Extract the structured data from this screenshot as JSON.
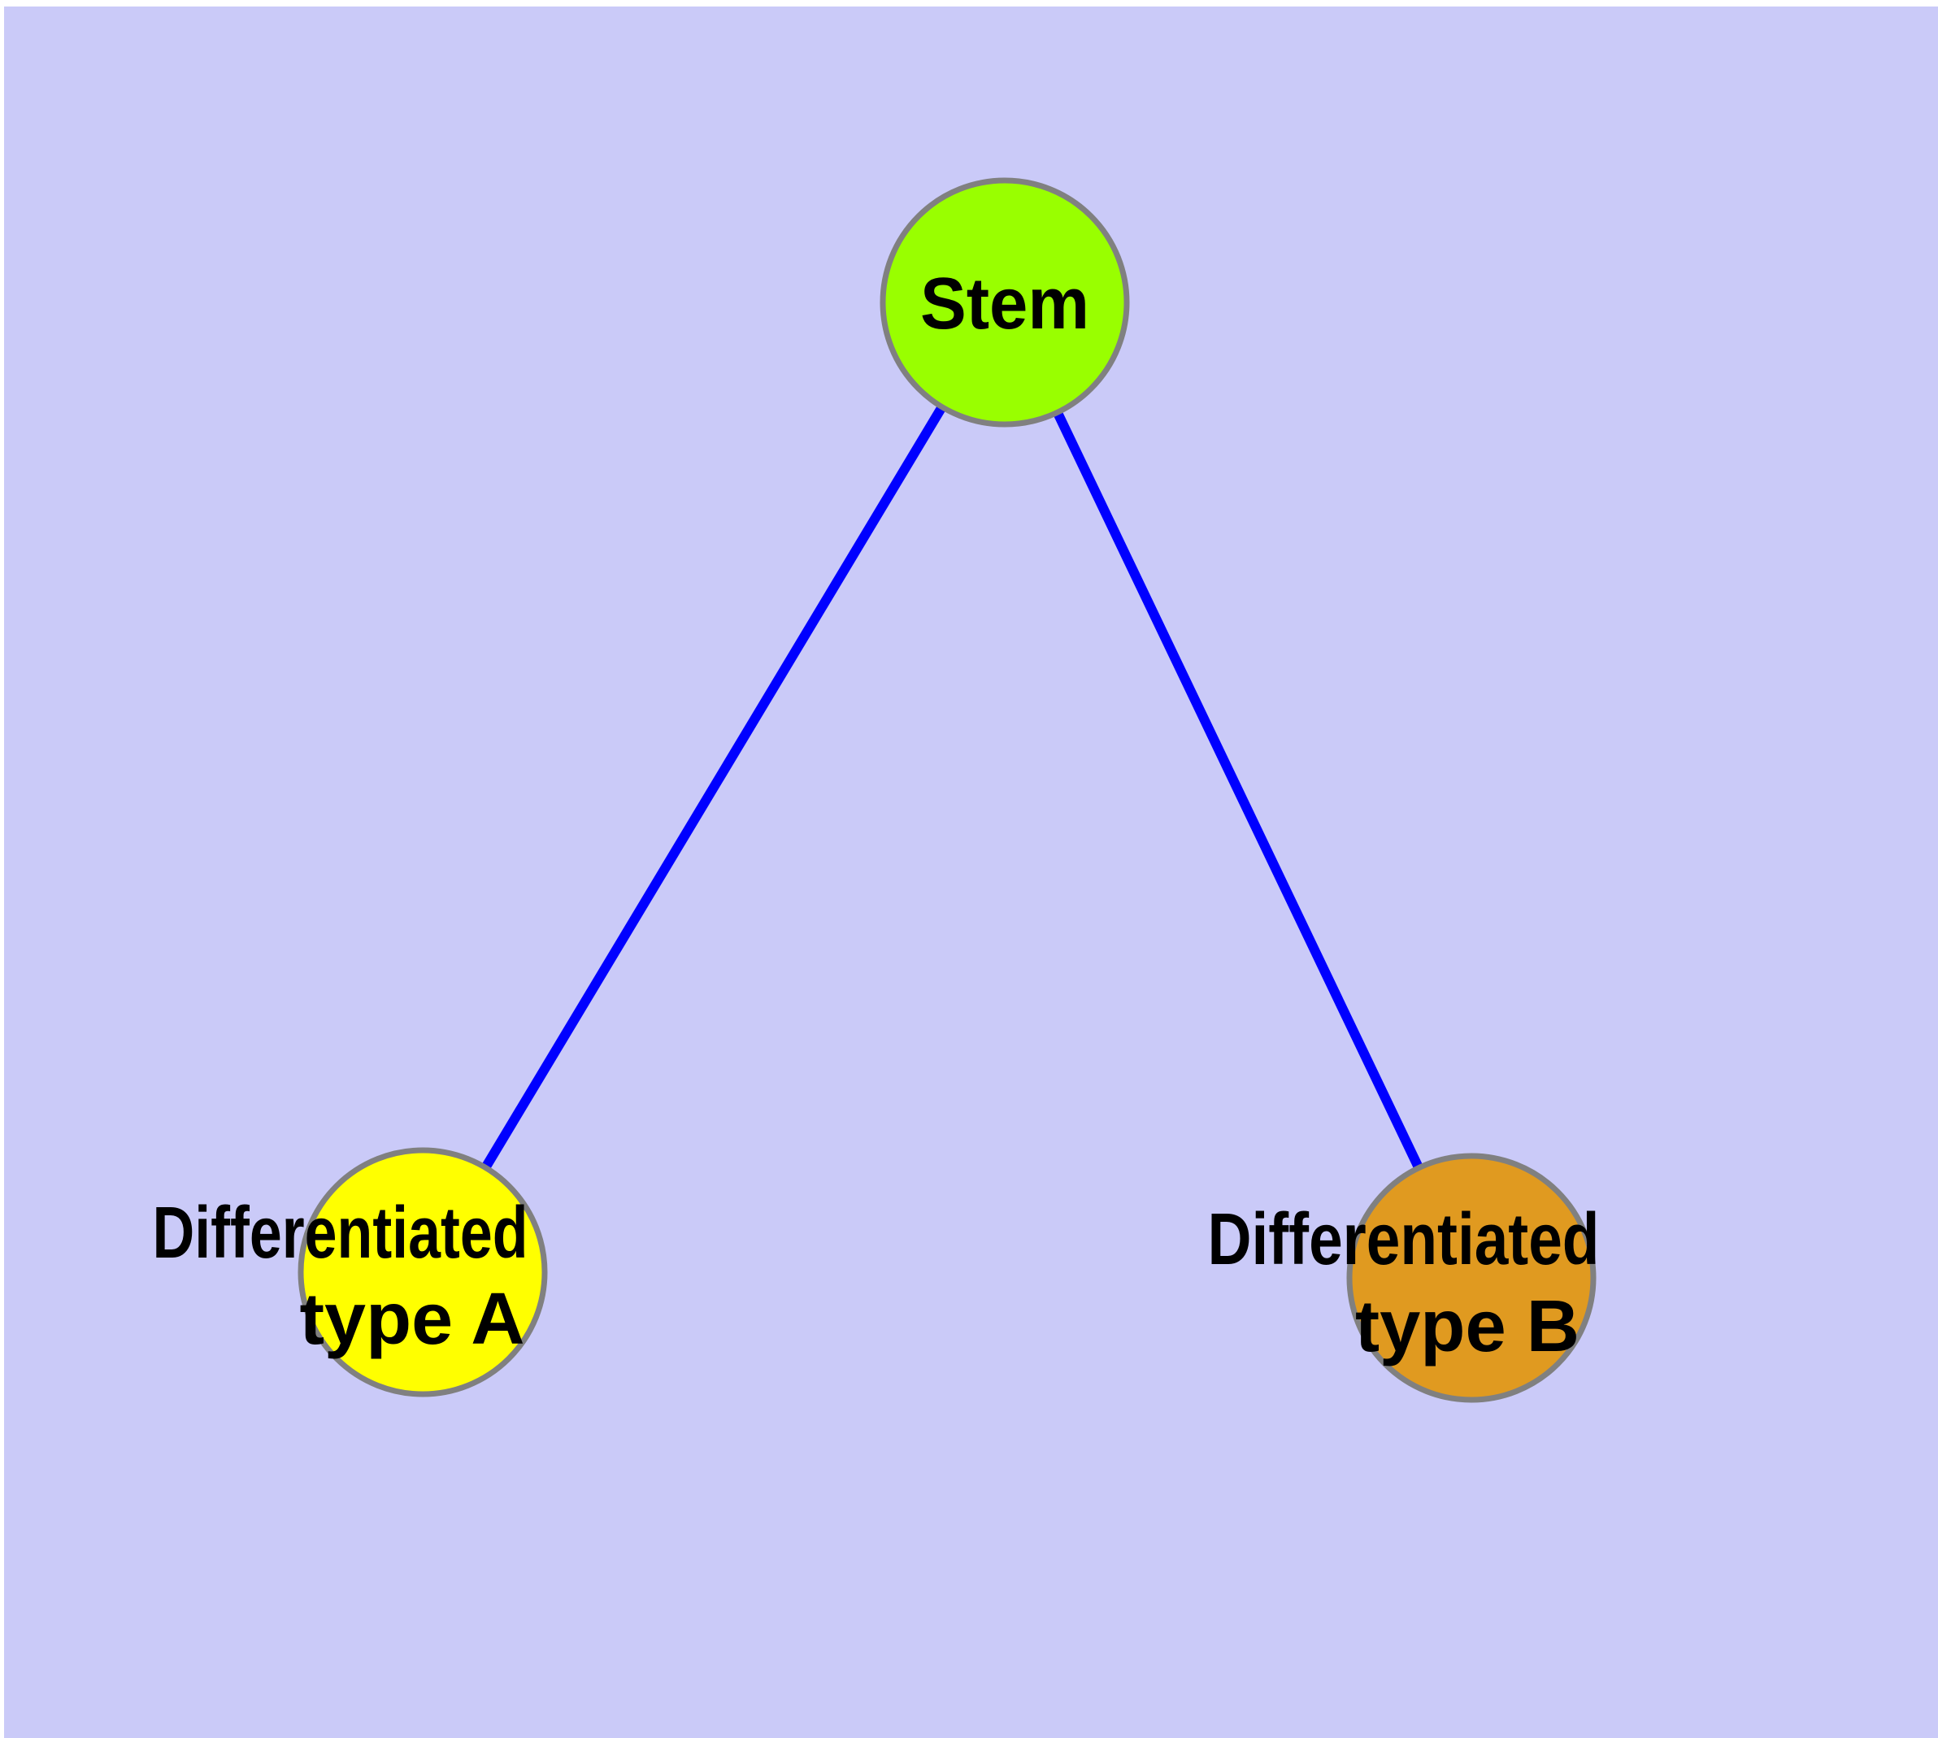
{
  "diagram": {
    "background_color": "#cacaf8",
    "page_edge_color": "#ffffff",
    "edge_color": "#0000ff",
    "node_border_color": "#808080",
    "text_color": "#000000",
    "nodes": [
      {
        "id": "stem",
        "label": "Stem",
        "fill": "#99ff00"
      },
      {
        "id": "differentiated-type-a",
        "label_line1": "Differentiated",
        "label_line2": "type A",
        "fill": "#ffff00"
      },
      {
        "id": "differentiated-type-b",
        "label_line1": "Differentiated",
        "label_line2": "type B",
        "fill": "#e09a20"
      }
    ],
    "edges": [
      {
        "from": "Stem",
        "to": "Differentiated type A"
      },
      {
        "from": "Stem",
        "to": "Differentiated type B"
      }
    ]
  }
}
